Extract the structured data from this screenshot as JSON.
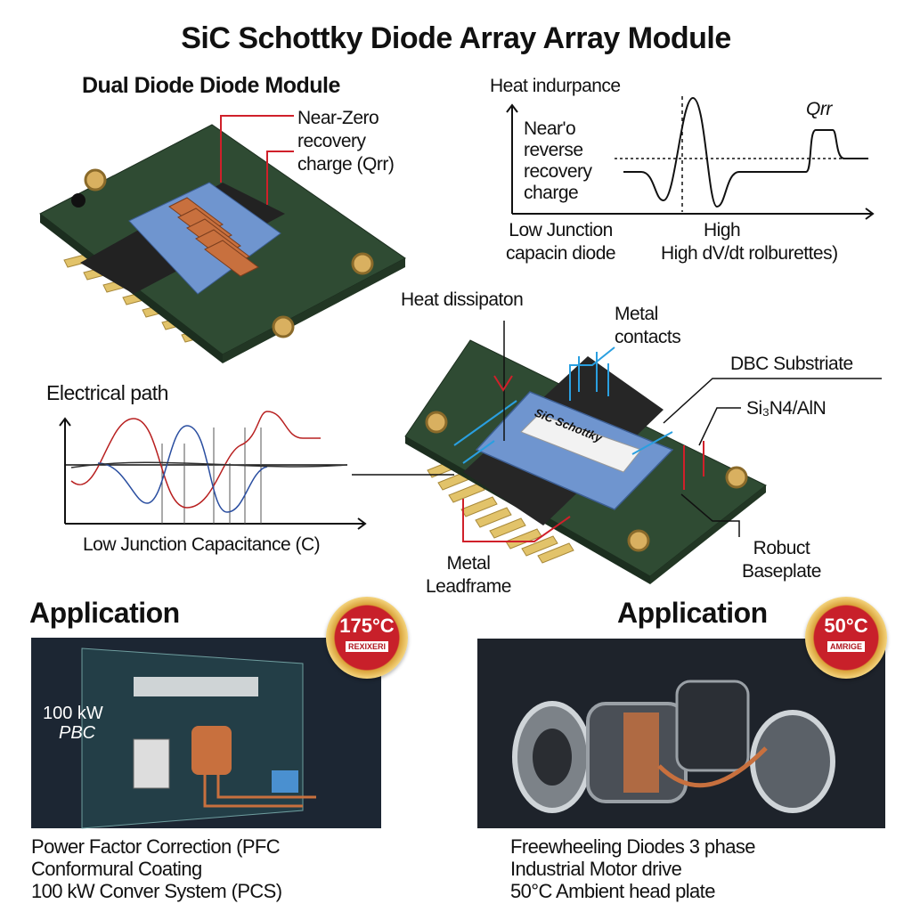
{
  "title": "SiC Schottky Diode Array Array Module",
  "top_left": {
    "heading": "Dual Diode  Diode Module",
    "callout": [
      "Near-Zero",
      "recovery",
      "charge (Qrr)"
    ]
  },
  "top_right_graph": {
    "title": "Heat indurpance",
    "y_label": [
      "Near'o",
      "reverse",
      "recovery",
      "charge"
    ],
    "peak_label": "Qrr",
    "x_label_left": [
      "Low Junction",
      "capacin diode"
    ],
    "x_label_right": [
      "High",
      "High dV/dt rolburettes)"
    ]
  },
  "electrical_graph": {
    "title": "Electrical path",
    "x_label": "Low Junction Capacitance (C)"
  },
  "center_module": {
    "chip_label": "SiC Schottky",
    "labels": {
      "heat": "Heat dissipaton",
      "contacts": [
        "Metal",
        "contacts"
      ],
      "dbc": "DBC Substriate",
      "si3n4": "Si₃N4/AlN",
      "baseplate": [
        "Robuct",
        "Baseplate"
      ],
      "leadframe": [
        "Metal",
        "Leadframe"
      ]
    }
  },
  "applications": [
    {
      "heading": "Application",
      "badge_temp": "175°C",
      "badge_sub": "REXIXERI",
      "image_text": [
        "100 kW",
        "PBC"
      ],
      "caption": [
        "Power Factor Correction  (PFC",
        "Conformural Coating",
        "100 kW Conver System (PCS)"
      ]
    },
    {
      "heading": "Application",
      "badge_temp": "50°C",
      "badge_sub": "AMRIGE",
      "caption": [
        "Freewheeling Diodes 3 phase",
        "Industrial Motor drive",
        "50°C Ambient head plate"
      ]
    }
  ],
  "colors": {
    "pcb": "#2e4a32",
    "chip": "#6f95cf",
    "copper": "#c8703e",
    "pin": "#e2c36a",
    "accent_red": "#d0202a",
    "accent_blue": "#2a9fe0"
  }
}
